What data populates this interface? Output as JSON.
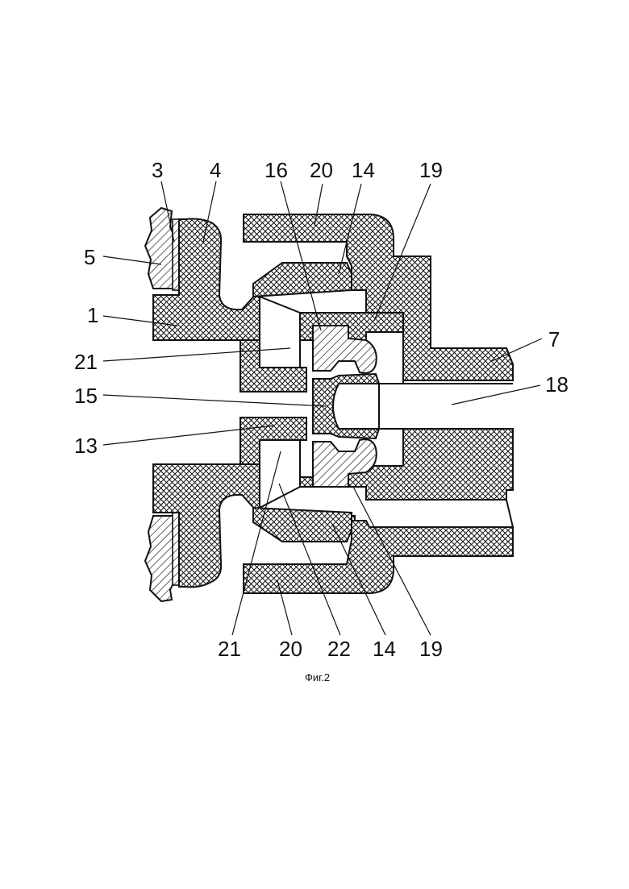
{
  "figure": {
    "caption": "Фиг.2",
    "colors": {
      "ink": "#111111",
      "paper": "#ffffff"
    },
    "labels": [
      {
        "id": "3",
        "text": "3"
      },
      {
        "id": "4",
        "text": "4"
      },
      {
        "id": "16",
        "text": "16"
      },
      {
        "id": "20t",
        "text": "20"
      },
      {
        "id": "14t",
        "text": "14"
      },
      {
        "id": "19t",
        "text": "19"
      },
      {
        "id": "5",
        "text": "5"
      },
      {
        "id": "1",
        "text": "1"
      },
      {
        "id": "7",
        "text": "7"
      },
      {
        "id": "21l",
        "text": "21"
      },
      {
        "id": "18",
        "text": "18"
      },
      {
        "id": "15",
        "text": "15"
      },
      {
        "id": "13",
        "text": "13"
      },
      {
        "id": "21b",
        "text": "21"
      },
      {
        "id": "20b",
        "text": "20"
      },
      {
        "id": "22",
        "text": "22"
      },
      {
        "id": "14b",
        "text": "14"
      },
      {
        "id": "19b",
        "text": "19"
      }
    ]
  }
}
